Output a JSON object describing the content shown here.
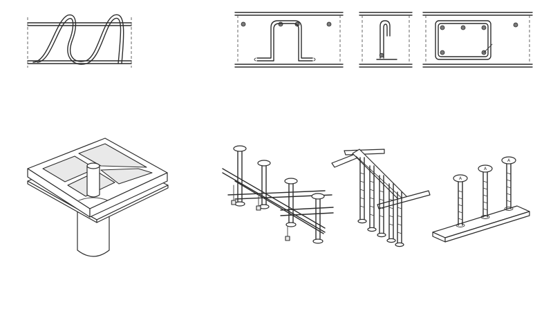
{
  "illustrations": [
    {
      "id": "bent-bar-between-longitudinal-bars"
    },
    {
      "id": "beam-section-with-u-stirrup"
    },
    {
      "id": "beam-section-with-hook-bar"
    },
    {
      "id": "beam-section-with-closed-stirrup"
    },
    {
      "id": "steel-base-plate-grid-on-column"
    },
    {
      "id": "headed-studs-with-bar-mat"
    },
    {
      "id": "studs-on-inclined-rail"
    },
    {
      "id": "three-headed-studs-on-plate"
    }
  ],
  "stud_head_label": "A"
}
